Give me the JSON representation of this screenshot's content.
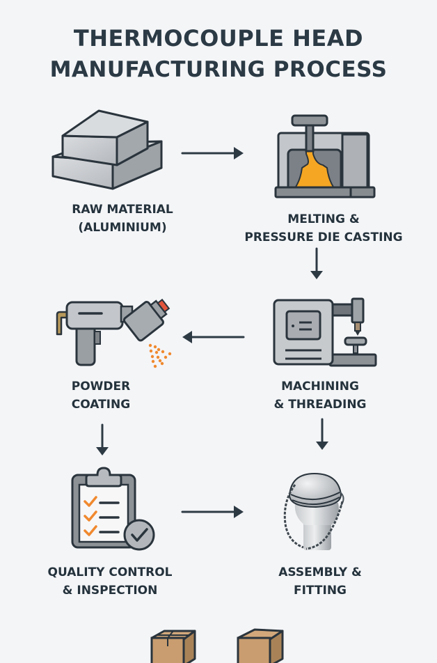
{
  "title": {
    "line1": "THERMOCOUPLE HEAD",
    "line2": "MANUFACTURING PROCESS"
  },
  "steps": [
    {
      "id": "raw-material",
      "line1": "RAW MATERIAL",
      "line2": "(ALUMINIUM)",
      "icon": "aluminium-blocks-icon"
    },
    {
      "id": "die-casting",
      "line1": "MELTING &",
      "line2": "PRESSURE DIE CASTING",
      "icon": "die-casting-press-icon"
    },
    {
      "id": "machining",
      "line1": "MACHINING",
      "line2": "& THREADING",
      "icon": "cnc-machine-icon"
    },
    {
      "id": "powder-coating",
      "line1": "POWDER",
      "line2": "COATING",
      "icon": "spray-gun-icon"
    },
    {
      "id": "quality-control",
      "line1": "QUALITY CONTROL",
      "line2": "& INSPECTION",
      "icon": "clipboard-checklist-icon"
    },
    {
      "id": "assembly",
      "line1": "ASSEMBLY &",
      "line2": "FITTING",
      "icon": "thermocouple-head-icon"
    }
  ],
  "flow": [
    {
      "from": "raw-material",
      "to": "die-casting",
      "direction": "right"
    },
    {
      "from": "die-casting",
      "to": "machining",
      "direction": "down"
    },
    {
      "from": "machining",
      "to": "powder-coating",
      "direction": "left"
    },
    {
      "from": "powder-coating",
      "to": "quality-control",
      "direction": "down"
    },
    {
      "from": "machining",
      "to": "assembly",
      "direction": "down"
    },
    {
      "from": "quality-control",
      "to": "assembly",
      "direction": "right"
    }
  ],
  "footer_icons": [
    "sealed-box-icon",
    "box-icon"
  ],
  "colors": {
    "background": "#f4f5f7",
    "text": "#263540",
    "outline": "#2a343c",
    "metal_light": "#c9ccd0",
    "metal_dark": "#8c9196",
    "molten": "#f5a623",
    "accent_orange": "#f0892e",
    "nozzle_red": "#e2543c",
    "cardboard": "#c99d6f"
  }
}
